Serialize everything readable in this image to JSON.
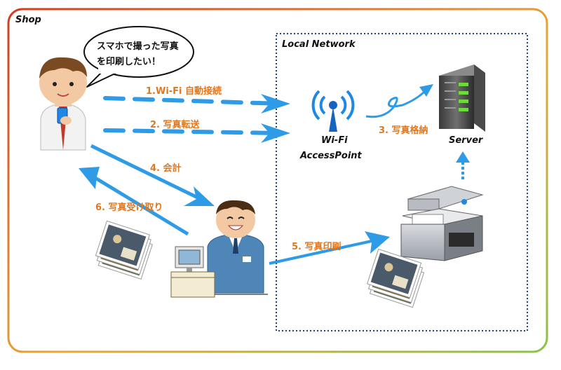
{
  "shop_label": "Shop",
  "network_label": "Local Network",
  "speech_bubble": {
    "line1": "スマホで撮った写真",
    "line2": "を印刷したい！"
  },
  "nodes": {
    "wifi": {
      "line1": "Wi-Fi",
      "line2": "AccessPoint"
    },
    "server": "Server"
  },
  "steps": {
    "s1": "1.Wi-Fi 自動接続",
    "s2": "2. 写真転送",
    "s3": "3. 写真格納",
    "s4": "4. 会計",
    "s5": "5. 写真印刷",
    "s6": "6. 写真受け取り"
  },
  "colors": {
    "arrow": "#2e9be6",
    "step_text": "#e07820",
    "shop_border_start": "#d23b1e",
    "shop_border_end": "#8bc34a",
    "network_border": "#1f3f7a"
  }
}
